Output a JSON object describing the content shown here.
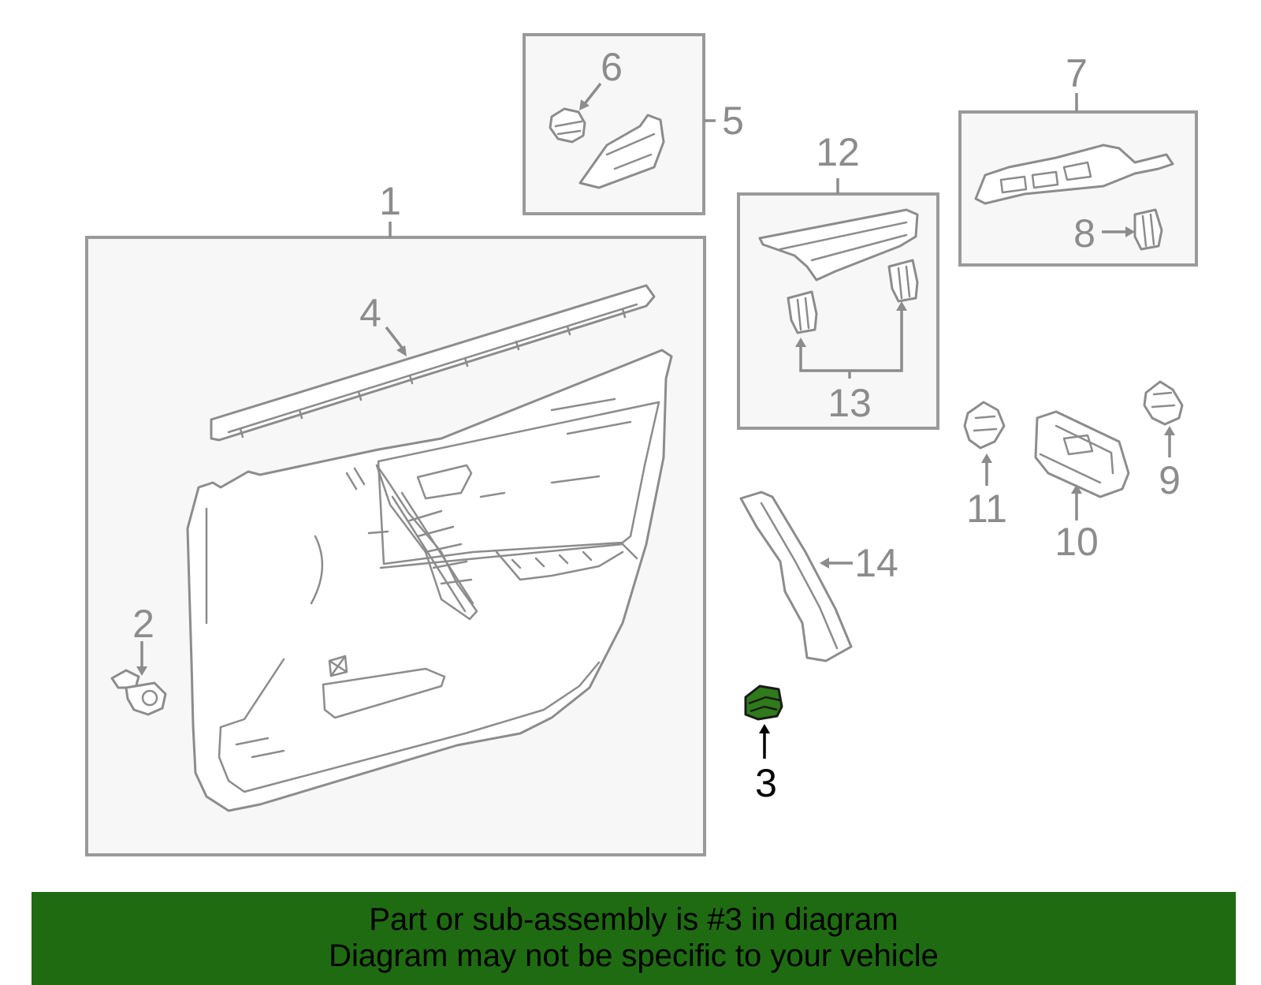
{
  "diagram": {
    "callouts": [
      "1",
      "2",
      "3",
      "4",
      "5",
      "6",
      "7",
      "8",
      "9",
      "10",
      "11",
      "12",
      "13",
      "14"
    ],
    "highlight_part": "3",
    "highlight_color": "#2f7a1a",
    "line_color": "#8c8c8c",
    "box_fill": "#f7f7f7"
  },
  "banner": {
    "line1": "Part or sub-assembly is #3 in diagram",
    "line2": "Diagram may not be specific to your vehicle",
    "background": "#1f6b12"
  }
}
